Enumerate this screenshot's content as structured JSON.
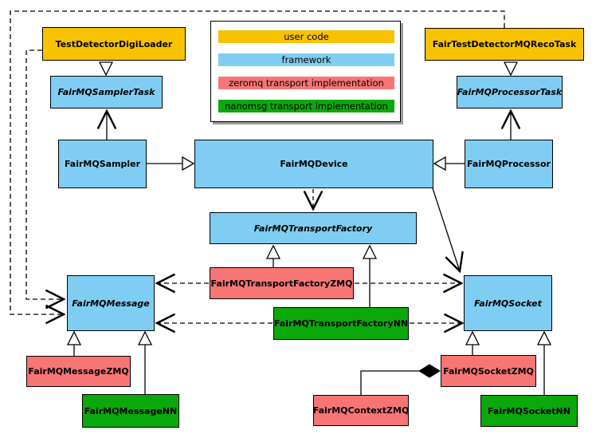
{
  "diagram": {
    "title_hint": "FairMQ class diagram",
    "colors": {
      "user_code": "#F8C200",
      "framework": "#7FCDF2",
      "zeromq": "#F87575",
      "nanomsg": "#0BA80B"
    },
    "legend": {
      "items": [
        {
          "label": "user code",
          "category": "user_code"
        },
        {
          "label": "framework",
          "category": "framework"
        },
        {
          "label": "zeromq transport implementation",
          "category": "zeromq"
        },
        {
          "label": "nanomsg transport implementation",
          "category": "nanomsg"
        }
      ]
    },
    "nodes": {
      "test_detector_digi_loader": {
        "label": "TestDetectorDigiLoader",
        "category": "user_code",
        "abstract": false
      },
      "fair_test_detector_mq_reco_task": {
        "label": "FairTestDetectorMQRecoTask",
        "category": "user_code",
        "abstract": false
      },
      "fair_mq_sampler_task": {
        "label": "FairMQSamplerTask",
        "category": "framework",
        "abstract": true
      },
      "fair_mq_processor_task": {
        "label": "FairMQProcessorTask",
        "category": "framework",
        "abstract": true
      },
      "fair_mq_sampler": {
        "label": "FairMQSampler",
        "category": "framework",
        "abstract": false
      },
      "fair_mq_device": {
        "label": "FairMQDevice",
        "category": "framework",
        "abstract": false
      },
      "fair_mq_processor": {
        "label": "FairMQProcessor",
        "category": "framework",
        "abstract": false
      },
      "fair_mq_transport_factory": {
        "label": "FairMQTransportFactory",
        "category": "framework",
        "abstract": true
      },
      "fair_mq_transport_factory_zmq": {
        "label": "FairMQTransportFactoryZMQ",
        "category": "zeromq",
        "abstract": false
      },
      "fair_mq_transport_factory_nn": {
        "label": "FairMQTransportFactoryNN",
        "category": "nanomsg",
        "abstract": false
      },
      "fair_mq_message": {
        "label": "FairMQMessage",
        "category": "framework",
        "abstract": true
      },
      "fair_mq_socket": {
        "label": "FairMQSocket",
        "category": "framework",
        "abstract": true
      },
      "fair_mq_message_zmq": {
        "label": "FairMQMessageZMQ",
        "category": "zeromq",
        "abstract": false
      },
      "fair_mq_message_nn": {
        "label": "FairMQMessageNN",
        "category": "nanomsg",
        "abstract": false
      },
      "fair_mq_context_zmq": {
        "label": "FairMQContextZMQ",
        "category": "zeromq",
        "abstract": false
      },
      "fair_mq_socket_zmq": {
        "label": "FairMQSocketZMQ",
        "category": "zeromq",
        "abstract": false
      },
      "fair_mq_socket_nn": {
        "label": "FairMQSocketNN",
        "category": "nanomsg",
        "abstract": false
      }
    },
    "relations": [
      {
        "from": "TestDetectorDigiLoader",
        "to": "FairMQSamplerTask",
        "type": "inheritance"
      },
      {
        "from": "FairTestDetectorMQRecoTask",
        "to": "FairMQProcessorTask",
        "type": "inheritance"
      },
      {
        "from": "FairMQSampler",
        "to": "FairMQSamplerTask",
        "type": "association"
      },
      {
        "from": "FairMQProcessor",
        "to": "FairMQProcessorTask",
        "type": "association"
      },
      {
        "from": "FairMQSampler",
        "to": "FairMQDevice",
        "type": "inheritance"
      },
      {
        "from": "FairMQProcessor",
        "to": "FairMQDevice",
        "type": "inheritance"
      },
      {
        "from": "FairMQDevice",
        "to": "FairMQTransportFactory",
        "type": "dependency"
      },
      {
        "from": "FairMQDevice",
        "to": "FairMQSocket",
        "type": "association"
      },
      {
        "from": "TestDetectorDigiLoader",
        "to": "FairMQMessage",
        "type": "dependency"
      },
      {
        "from": "FairTestDetectorMQRecoTask",
        "to": "FairMQMessage",
        "type": "dependency"
      },
      {
        "from": "FairMQTransportFactoryZMQ",
        "to": "FairMQTransportFactory",
        "type": "inheritance"
      },
      {
        "from": "FairMQTransportFactoryNN",
        "to": "FairMQTransportFactory",
        "type": "inheritance"
      },
      {
        "from": "FairMQTransportFactoryZMQ",
        "to": "FairMQMessage",
        "type": "dependency"
      },
      {
        "from": "FairMQTransportFactoryZMQ",
        "to": "FairMQSocket",
        "type": "dependency"
      },
      {
        "from": "FairMQTransportFactoryNN",
        "to": "FairMQMessage",
        "type": "dependency"
      },
      {
        "from": "FairMQTransportFactoryNN",
        "to": "FairMQSocket",
        "type": "dependency"
      },
      {
        "from": "FairMQMessageZMQ",
        "to": "FairMQMessage",
        "type": "inheritance"
      },
      {
        "from": "FairMQMessageNN",
        "to": "FairMQMessage",
        "type": "inheritance"
      },
      {
        "from": "FairMQSocketZMQ",
        "to": "FairMQSocket",
        "type": "inheritance"
      },
      {
        "from": "FairMQSocketNN",
        "to": "FairMQSocket",
        "type": "inheritance"
      },
      {
        "from": "FairMQContextZMQ",
        "to": "FairMQSocketZMQ",
        "type": "composition"
      }
    ]
  }
}
